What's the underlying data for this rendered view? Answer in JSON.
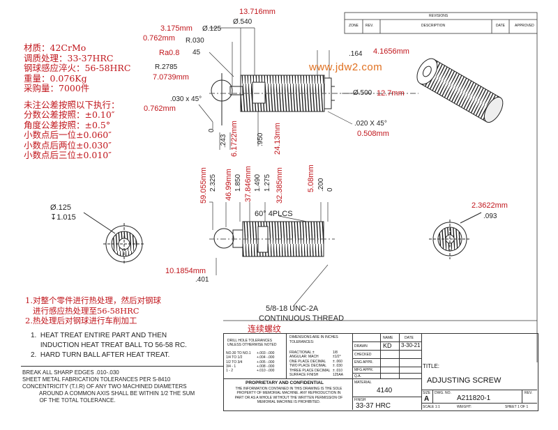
{
  "watermark": "www.jdw2.com",
  "cn_specs": [
    "材质：42CrMo",
    "调质处理：33-37HRC",
    "钢球感应淬火：56-58HRC",
    "重量：0.076Kg",
    "采购量：7000件"
  ],
  "cn_tolerance": [
    "未注公差按照以下执行：",
    "分数公差按照：±0.10″",
    "角度公差按照：±0.5°",
    "小数点后一位±0.060″",
    "小数点后两位±0.030″",
    "小数点后三位±0.010″"
  ],
  "cn_notes": [
    "1.对整个零件进行热处理，然后对钢球",
    "   进行感应热处理至56-58HRC",
    "2.热处理后对钢球进行车削加工"
  ],
  "notes": [
    "1.  HEAT TREAT ENTIRE PART AND THEN",
    "     INDUCTION HEAT TREAT BALL TO 56-58 RC.",
    "2.  HARD TURN BALL AFTER HEAT TREAT."
  ],
  "general_notes": [
    "BREAK ALL SHARP EDGES .010-.030",
    "SHEET METAL FABRICATION TOLERANCES PER S-8410",
    "CONCENTRICITY (T.I.R) OF ANY TWO MACHINED DIAMETERS",
    "           AROUND A COMMON AXIS SHALL BE WITHIN 1/2 THE SUM",
    "           OF THE TOTAL TOLERANCE."
  ],
  "dims_top": {
    "d13716": "13.716mm",
    "d0540": "Ø.540",
    "d3175": "3.175mm",
    "dphi125": "Ø.125",
    "d0762a": "0.762mm",
    "r030": "R.030",
    "ra08": "Ra0.8",
    "d45": "45",
    "r2785": "R.2785",
    "d70739": "7.0739mm",
    "cham030": ".030 x 45°",
    "d0762b": "0.762mm",
    "d164": ".164",
    "d41656": "4.1656mm",
    "d500": "Ø.500",
    "d127": "12.7mm",
    "cham020": ".020 X 45°",
    "d0508": "0.508mm",
    "v0": "0",
    "v243": ".243",
    "v61722": "6.1722mm",
    "v950": ".950",
    "v2413": "24.13mm"
  },
  "dims_front": {
    "v59055": "59.055mm",
    "v2325": "2.325",
    "v4699": "46.99mm",
    "v1850": "1.850",
    "v37846": "37.846mm",
    "v1490": "1.490",
    "v1275": "1.275",
    "v32385": "32.385mm",
    "v508": "5.08mm",
    "v200": ".200",
    "v0": "0",
    "thread60": "60° 4PLCS",
    "d23622": "2.3622mm",
    "d093": ".093",
    "d101854": "10.1854mm",
    "d401": ".401",
    "phi125": "Ø.125",
    "depth": "↧1.015"
  },
  "callouts": {
    "thread_spec": "5/8-18 UNC-2A",
    "thread_desc": "CONTINUOUS THREAD",
    "thread_cn": "连续螺纹"
  },
  "revisions": {
    "title": "REVISIONS",
    "cols": [
      "ZONE",
      "REV.",
      "DESCRIPTION",
      "DATE",
      "APPROVED"
    ]
  },
  "tol_block": {
    "drill_hole": [
      "DRILL HOLE TOLERANCES",
      "UNLESS OTHERWISE NOTED"
    ],
    "drill_rows": [
      [
        "NO.30 TO NO.1",
        "+.003  -.000"
      ],
      [
        "1/4 TO 1/2",
        "+.004  -.000"
      ],
      [
        "1/2 TO 3/4",
        "+.005  -.000"
      ],
      [
        "3/4 - 1",
        "+.008  -.000"
      ],
      [
        "1 - 2",
        "+.010  -.000"
      ]
    ],
    "dims_head": [
      "DIMENSIONS ARE IN INCHES",
      "TOLERANCES:"
    ],
    "dims_rows": [
      [
        "FRACTIONAL ±",
        "1/8"
      ],
      [
        "ANGULAR: MACH",
        "±1/2°"
      ],
      [
        "ONE PLACE DECIMAL",
        "± .060"
      ],
      [
        "TWO PLACE DECIMAL",
        "± .030"
      ],
      [
        "THREE PLACE DECIMAL",
        "± .010"
      ],
      [
        "SURFACE FINISH",
        "125AA"
      ]
    ],
    "proprietary_title": "PROPRIETARY AND CONFIDENTIAL",
    "proprietary_text": [
      "THE INFORMATION CONTAINED IN THIS DRAWING IS THE SOLE",
      "PROPERTY OF MEMORIAL MACHINE.  ANY REPRODUCTION IN",
      "PART OR AS A WHOLE WITHOUT THE WRITTEN PERMISSION OF",
      "MEMORIAL MACHINE IS PROHIBITED."
    ]
  },
  "approvals": {
    "col_name": "NAME",
    "col_date": "DATE",
    "rows": [
      [
        "DRAWN",
        "KD",
        "3-30-21"
      ],
      [
        "CHECKED",
        "",
        ""
      ],
      [
        "ENG APPR.",
        "",
        ""
      ],
      [
        "MFG APPR.",
        "",
        ""
      ],
      [
        "Q.A.",
        "",
        ""
      ]
    ],
    "material_label": "MATERIAL",
    "material": "4140",
    "finish_label": "FINISH",
    "finish": "33-37 HRC"
  },
  "title_block": {
    "title_label": "TITLE:",
    "title": "ADJUSTING SCREW",
    "size_label": "SIZE",
    "size": "A",
    "dwg_label": "DWG.  NO.",
    "dwg_no": "A211820-1",
    "rev_label": "REV.",
    "scale": "SCALE 1:1",
    "weight": "WEIGHT:",
    "sheet": "SHEET 1 OF 1"
  }
}
